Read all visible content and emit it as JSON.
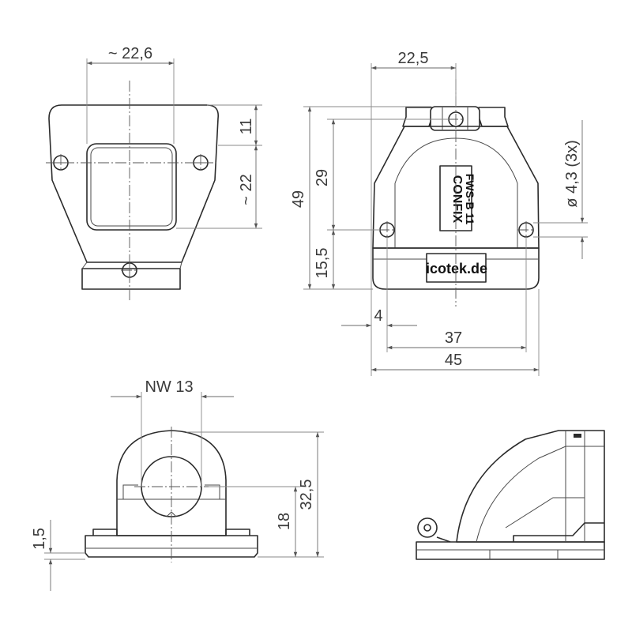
{
  "dimensions": {
    "top_left_width": "~ 22,6",
    "top_left_h1": "11",
    "top_left_h2": "~ 22",
    "top_right_half": "22,5",
    "top_right_h_total": "49",
    "top_right_h_mid": "29",
    "top_right_h_low": "15,5",
    "top_right_hole": "ø 4,3 (3x)",
    "top_right_offset": "4",
    "top_right_w_holes": "37",
    "top_right_w_total": "45",
    "bottom_left_nw": "NW 13",
    "bottom_left_h_total": "32,5",
    "bottom_left_h_axis": "18",
    "bottom_left_base": "1,5"
  },
  "labels": {
    "model_line1": "CONFIX",
    "model_line2": "FWS-B 11",
    "brand": "icotek.de"
  }
}
